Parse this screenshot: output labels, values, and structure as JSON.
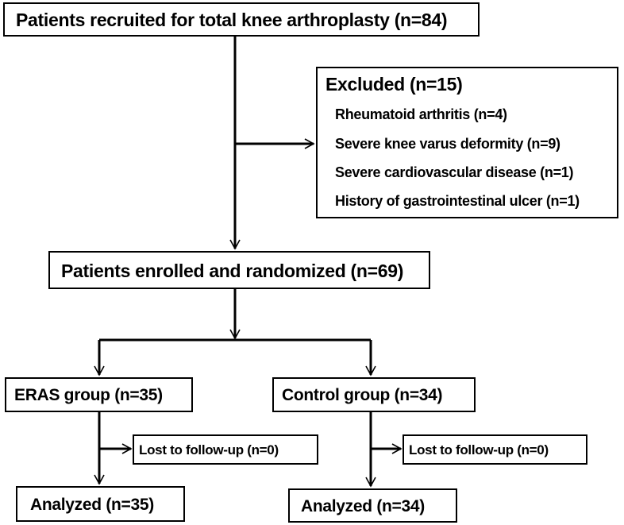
{
  "recruited": "Patients recruited  for total knee arthroplasty (n=84)",
  "excluded": {
    "title": "Excluded (n=15)",
    "items": [
      "Rheumatoid arthritis (n=4)",
      "Severe knee varus deformity (n=9)",
      "Severe cardiovascular disease (n=1)",
      "History of gastrointestinal ulcer (n=1)"
    ]
  },
  "enrolled": "Patients enrolled and randomized (n=69)",
  "eras": {
    "group": "ERAS group (n=35)",
    "lost": "Lost to follow-up (n=0)",
    "analyzed": "Analyzed (n=35)"
  },
  "control": {
    "group": "Control group (n=34)",
    "lost": "Lost to follow-up (n=0)",
    "analyzed": "Analyzed (n=34)"
  }
}
